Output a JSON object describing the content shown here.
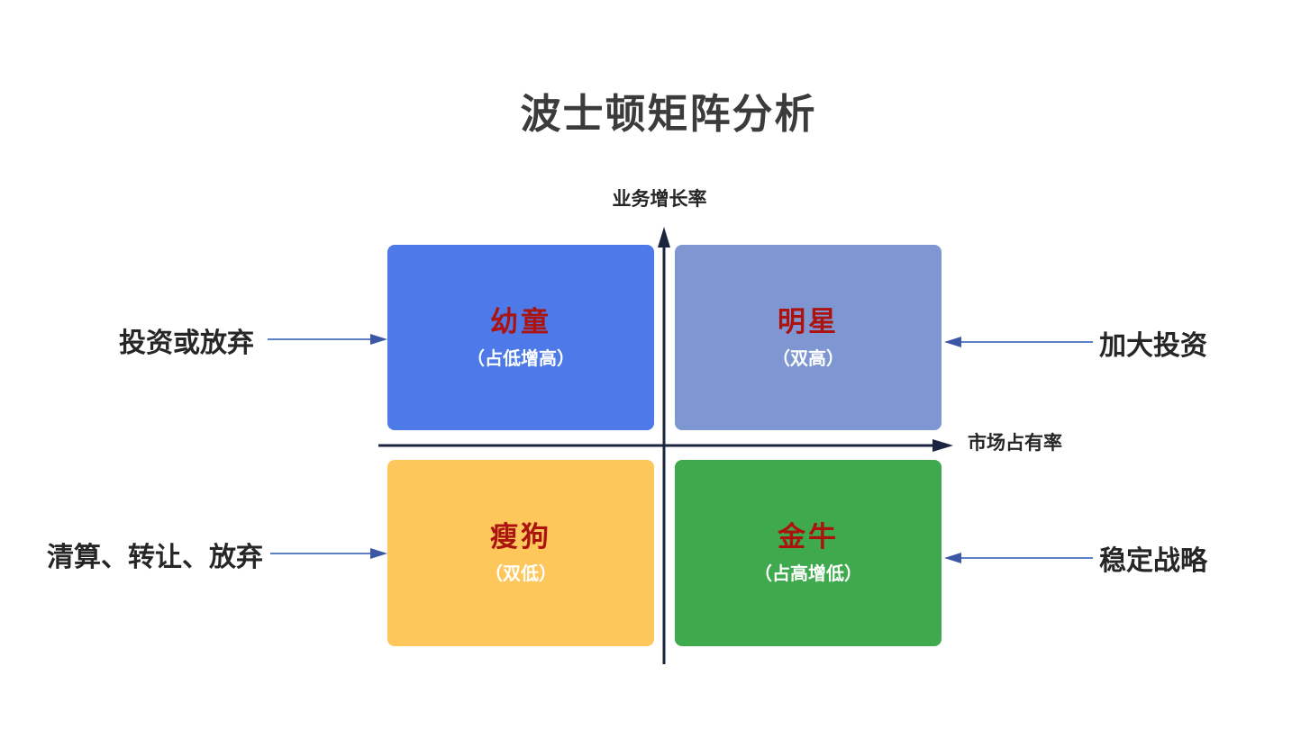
{
  "title": "波士顿矩阵分析",
  "axes": {
    "y_label": "业务增长率",
    "x_label": "市场占有率",
    "color": "#1b2540"
  },
  "quadrants": {
    "top_left": {
      "name": "幼童",
      "subtitle": "（占低增高）",
      "color": "#4d7ae8"
    },
    "top_right": {
      "name": "明星",
      "subtitle": "（双高）",
      "color": "#7e97d3"
    },
    "bottom_left": {
      "name": "瘦狗",
      "subtitle": "（双低）",
      "color": "#fdc75c"
    },
    "bottom_right": {
      "name": "金牛",
      "subtitle": "（占高增低）",
      "color": "#3fa94e"
    }
  },
  "annotations": {
    "top_left": "投资或放弃",
    "top_right": "加大投资",
    "bottom_left": "清算、转让、放弃",
    "bottom_right": "稳定战略"
  },
  "colors": {
    "background": "#ffffff",
    "title_text": "#3b3b3b",
    "label_text": "#262626",
    "quadrant_title": "#ac130e",
    "quadrant_subtitle": "#ffffff",
    "annotation_arrow_line": "#5b7ec6",
    "annotation_arrow_head": "#3b57a5"
  }
}
